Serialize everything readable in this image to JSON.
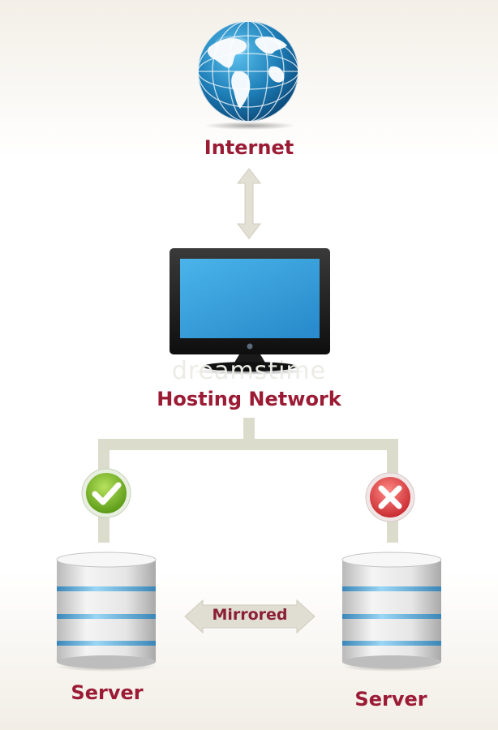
{
  "nodes": {
    "internet": {
      "label": "Internet"
    },
    "hosting": {
      "label": "Hosting Network"
    },
    "server_left": {
      "label": "Server",
      "status": "ok"
    },
    "server_right": {
      "label": "Server",
      "status": "failed"
    }
  },
  "edges": {
    "mirrored": {
      "label": "Mirrored"
    }
  },
  "watermark": "dreamstime",
  "colors": {
    "label_red": "#9b1b35",
    "connector": "#dcdccc",
    "arrow": "#e0ddd3",
    "mirror_text": "#8a1f35",
    "check_green": "#7cbd2a",
    "cross_red": "#e0474b",
    "screen_blue": "#3aa6e0",
    "globe_blue": "#1e7fb8"
  }
}
